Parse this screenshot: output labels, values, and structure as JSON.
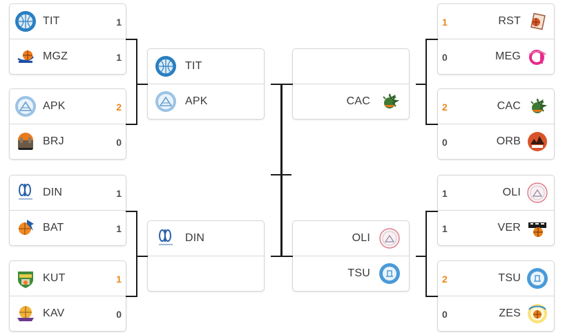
{
  "bracket": {
    "left_r1": [
      {
        "team1": {
          "name": "TIT",
          "score": "1",
          "win": false,
          "logo": "tit-logo"
        },
        "team2": {
          "name": "MGZ",
          "score": "1",
          "win": false,
          "logo": "mgz-logo"
        }
      },
      {
        "team1": {
          "name": "APK",
          "score": "2",
          "win": true,
          "logo": "apk-logo"
        },
        "team2": {
          "name": "BRJ",
          "score": "0",
          "win": false,
          "logo": "brj-logo"
        }
      },
      {
        "team1": {
          "name": "DIN",
          "score": "1",
          "win": false,
          "logo": "din-logo"
        },
        "team2": {
          "name": "BAT",
          "score": "1",
          "win": false,
          "logo": "bat-logo"
        }
      },
      {
        "team1": {
          "name": "KUT",
          "score": "1",
          "win": true,
          "logo": "kut-logo"
        },
        "team2": {
          "name": "KAV",
          "score": "0",
          "win": false,
          "logo": "kav-logo"
        }
      }
    ],
    "left_r2": [
      {
        "team1": {
          "name": "TIT",
          "logo": "tit-logo"
        },
        "team2": {
          "name": "APK",
          "logo": "apk-logo"
        }
      },
      {
        "team1": {
          "name": "DIN",
          "logo": "din-logo"
        },
        "team2": {
          "name": "",
          "logo": ""
        }
      }
    ],
    "right_r2": [
      {
        "team1": {
          "name": "",
          "logo": ""
        },
        "team2": {
          "name": "CAC",
          "logo": "cac-logo"
        }
      },
      {
        "team1": {
          "name": "OLI",
          "logo": "oli-logo"
        },
        "team2": {
          "name": "TSU",
          "logo": "tsu-logo"
        }
      }
    ],
    "right_r1": [
      {
        "team1": {
          "name": "RST",
          "score": "1",
          "win": true,
          "logo": "rst-logo"
        },
        "team2": {
          "name": "MEG",
          "score": "0",
          "win": false,
          "logo": "meg-logo"
        }
      },
      {
        "team1": {
          "name": "CAC",
          "score": "2",
          "win": true,
          "logo": "cac-logo"
        },
        "team2": {
          "name": "ORB",
          "score": "0",
          "win": false,
          "logo": "orb-logo"
        }
      },
      {
        "team1": {
          "name": "OLI",
          "score": "1",
          "win": false,
          "logo": "oli-logo"
        },
        "team2": {
          "name": "VER",
          "score": "1",
          "win": false,
          "logo": "ver-logo"
        }
      },
      {
        "team1": {
          "name": "TSU",
          "score": "2",
          "win": true,
          "logo": "tsu-logo"
        },
        "team2": {
          "name": "ZES",
          "score": "0",
          "win": false,
          "logo": "zes-logo"
        }
      }
    ]
  },
  "colors": {
    "win_score": "#e8891c",
    "score": "#4d4d4d",
    "text": "#3a3a3a",
    "connector": "#1a1a1a"
  }
}
